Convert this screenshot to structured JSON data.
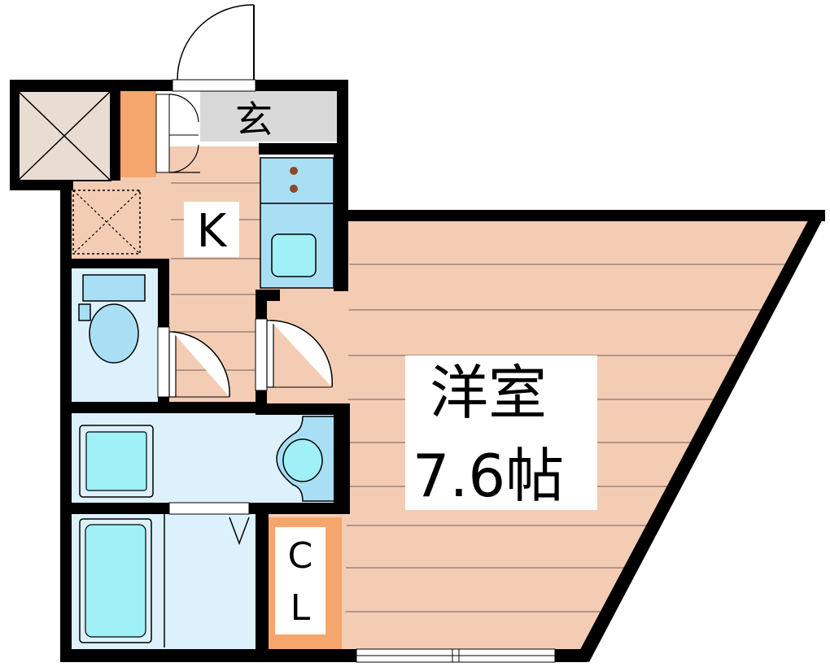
{
  "rooms": {
    "genkan": "玄",
    "kitchen": "K",
    "western_room": {
      "name": "洋室",
      "size": "7.6帖"
    },
    "closet": {
      "line1": "C",
      "line2": "L"
    }
  },
  "colors": {
    "wall": "#000000",
    "floor_wood": "#f4ccb4",
    "floor_line": "#9c8477",
    "entrance_floor": "#d9d9d9",
    "water_area": "#ddf1fd",
    "fixture_blue": "#a9dff5",
    "fixture_cyan": "#9ff0f7",
    "closet_orange": "#f5a66c",
    "storage_beige": "#e9ddd3"
  },
  "icons": [
    "door-swing-icon",
    "toilet-icon",
    "washbasin-icon",
    "bathtub-icon",
    "stove-icon",
    "sink-icon",
    "washer-pan-icon",
    "window-icon"
  ]
}
